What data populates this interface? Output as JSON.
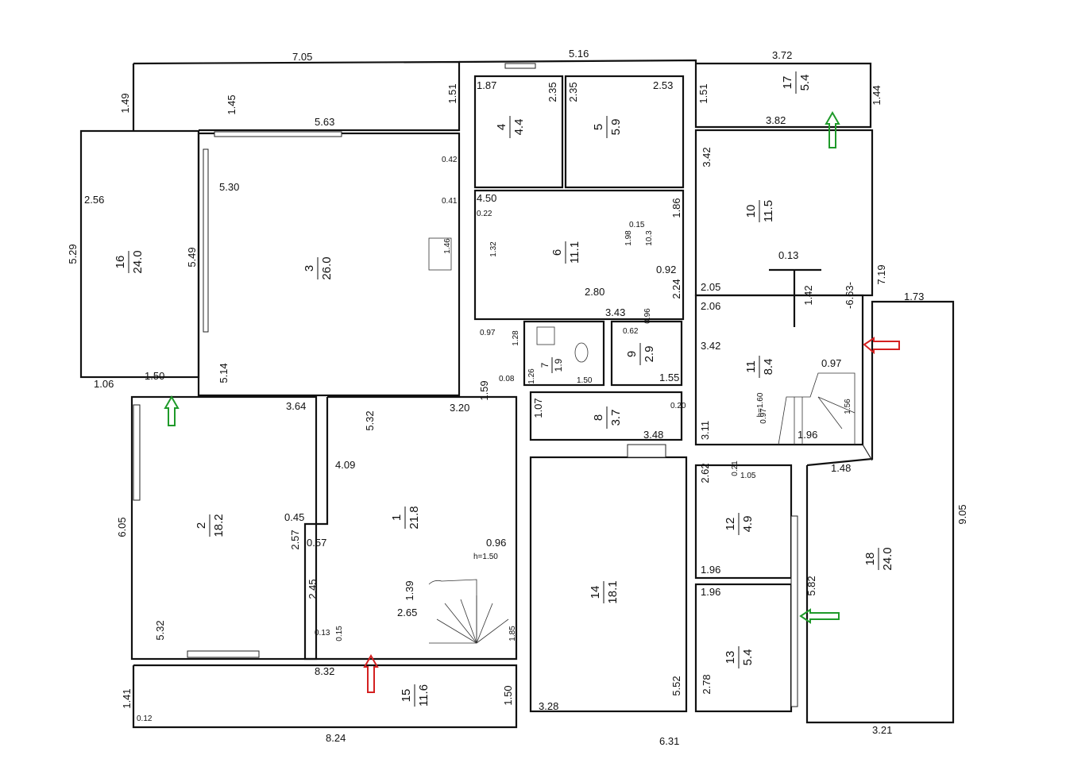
{
  "rooms": [
    {
      "num": "1",
      "area": "21.8"
    },
    {
      "num": "2",
      "area": "18.2"
    },
    {
      "num": "3",
      "area": "26.0"
    },
    {
      "num": "4",
      "area": "4.4"
    },
    {
      "num": "5",
      "area": "5.9"
    },
    {
      "num": "6",
      "area": "11.1"
    },
    {
      "num": "7",
      "area": "1.9"
    },
    {
      "num": "8",
      "area": "3.7"
    },
    {
      "num": "9",
      "area": "2.9"
    },
    {
      "num": "10",
      "area": "11.5"
    },
    {
      "num": "11",
      "area": "8.4"
    },
    {
      "num": "12",
      "area": "4.9"
    },
    {
      "num": "13",
      "area": "5.4"
    },
    {
      "num": "14",
      "area": "18.1"
    },
    {
      "num": "15",
      "area": "11.6"
    },
    {
      "num": "16",
      "area": "24.0"
    },
    {
      "num": "17",
      "area": "5.4"
    },
    {
      "num": "18",
      "area": "24.0"
    }
  ],
  "dims": {
    "d705": "7.05",
    "d516": "5.16",
    "d372": "3.72",
    "d149": "1.49",
    "d145": "1.45",
    "d151a": "1.51",
    "d187": "1.87",
    "d235a": "2.35",
    "d235b": "2.35",
    "d253": "2.53",
    "d151b": "1.51",
    "d144": "1.44",
    "d382": "3.82",
    "d563": "5.63",
    "d256": "2.56",
    "d529": "5.29",
    "d530": "5.30",
    "d549": "5.49",
    "d146": "1.46",
    "d450": "4.50",
    "d022": "0.22",
    "d132": "1.32",
    "d186": "1.86",
    "d015": "0.15",
    "d103": "10.3",
    "d198": "1.98",
    "d092": "0.92",
    "d342a": "3.42",
    "d013": "0.13",
    "d142": "1.42",
    "d205": "2.05",
    "d663": "-6.63-",
    "d719": "7.19",
    "d173": "1.73",
    "d280": "2.80",
    "d343": "3.43",
    "d224": "2.24",
    "d206": "2.06",
    "d097a": "0.97",
    "d128": "1.28",
    "d062": "0.62",
    "d096": "0.96",
    "d342b": "3.42",
    "d097b": "0.97",
    "d008": "0.08",
    "d126": "1.26",
    "d150a": "1.50",
    "d155": "1.55",
    "d106": "1.06",
    "d150b": "1.50",
    "d514": "5.14",
    "d159": "1.59",
    "d160": "h=1.60",
    "d097c": "0.97",
    "d156": "1.56",
    "d364": "3.64",
    "d532a": "5.32",
    "d320": "3.20",
    "d107": "1.07",
    "d020": "0.20",
    "d311": "3.11",
    "d348": "3.48",
    "d196a": "1.96",
    "d409": "4.09",
    "d262": "2.62",
    "d021": "0.21",
    "d105": "1.05",
    "d148": "1.48",
    "d605": "6.05",
    "d045": "0.45",
    "d257": "2.57",
    "d057": "0.57",
    "d096b": "0.96",
    "d150c": "h=1.50",
    "d905": "9.05",
    "d196b": "1.96",
    "d196c": "1.96",
    "d582": "5.82",
    "d245": "2.45",
    "d139": "1.39",
    "d265": "2.65",
    "d185": "1.85",
    "d532b": "5.32",
    "d013b": "0.13",
    "d015b": "0.15",
    "d832": "8.32",
    "d278": "2.78",
    "d141": "1.41",
    "d150d": "1.50",
    "d328": "3.28",
    "d552": "5.52",
    "d824": "8.24",
    "d631": "6.31",
    "d321": "3.21",
    "d012": "0.12",
    "d042": "0.42",
    "d041": "0.41"
  },
  "colors": {
    "red_arrow": "#d42020",
    "green_arrow": "#1f9a2a",
    "wall": "#111111"
  }
}
